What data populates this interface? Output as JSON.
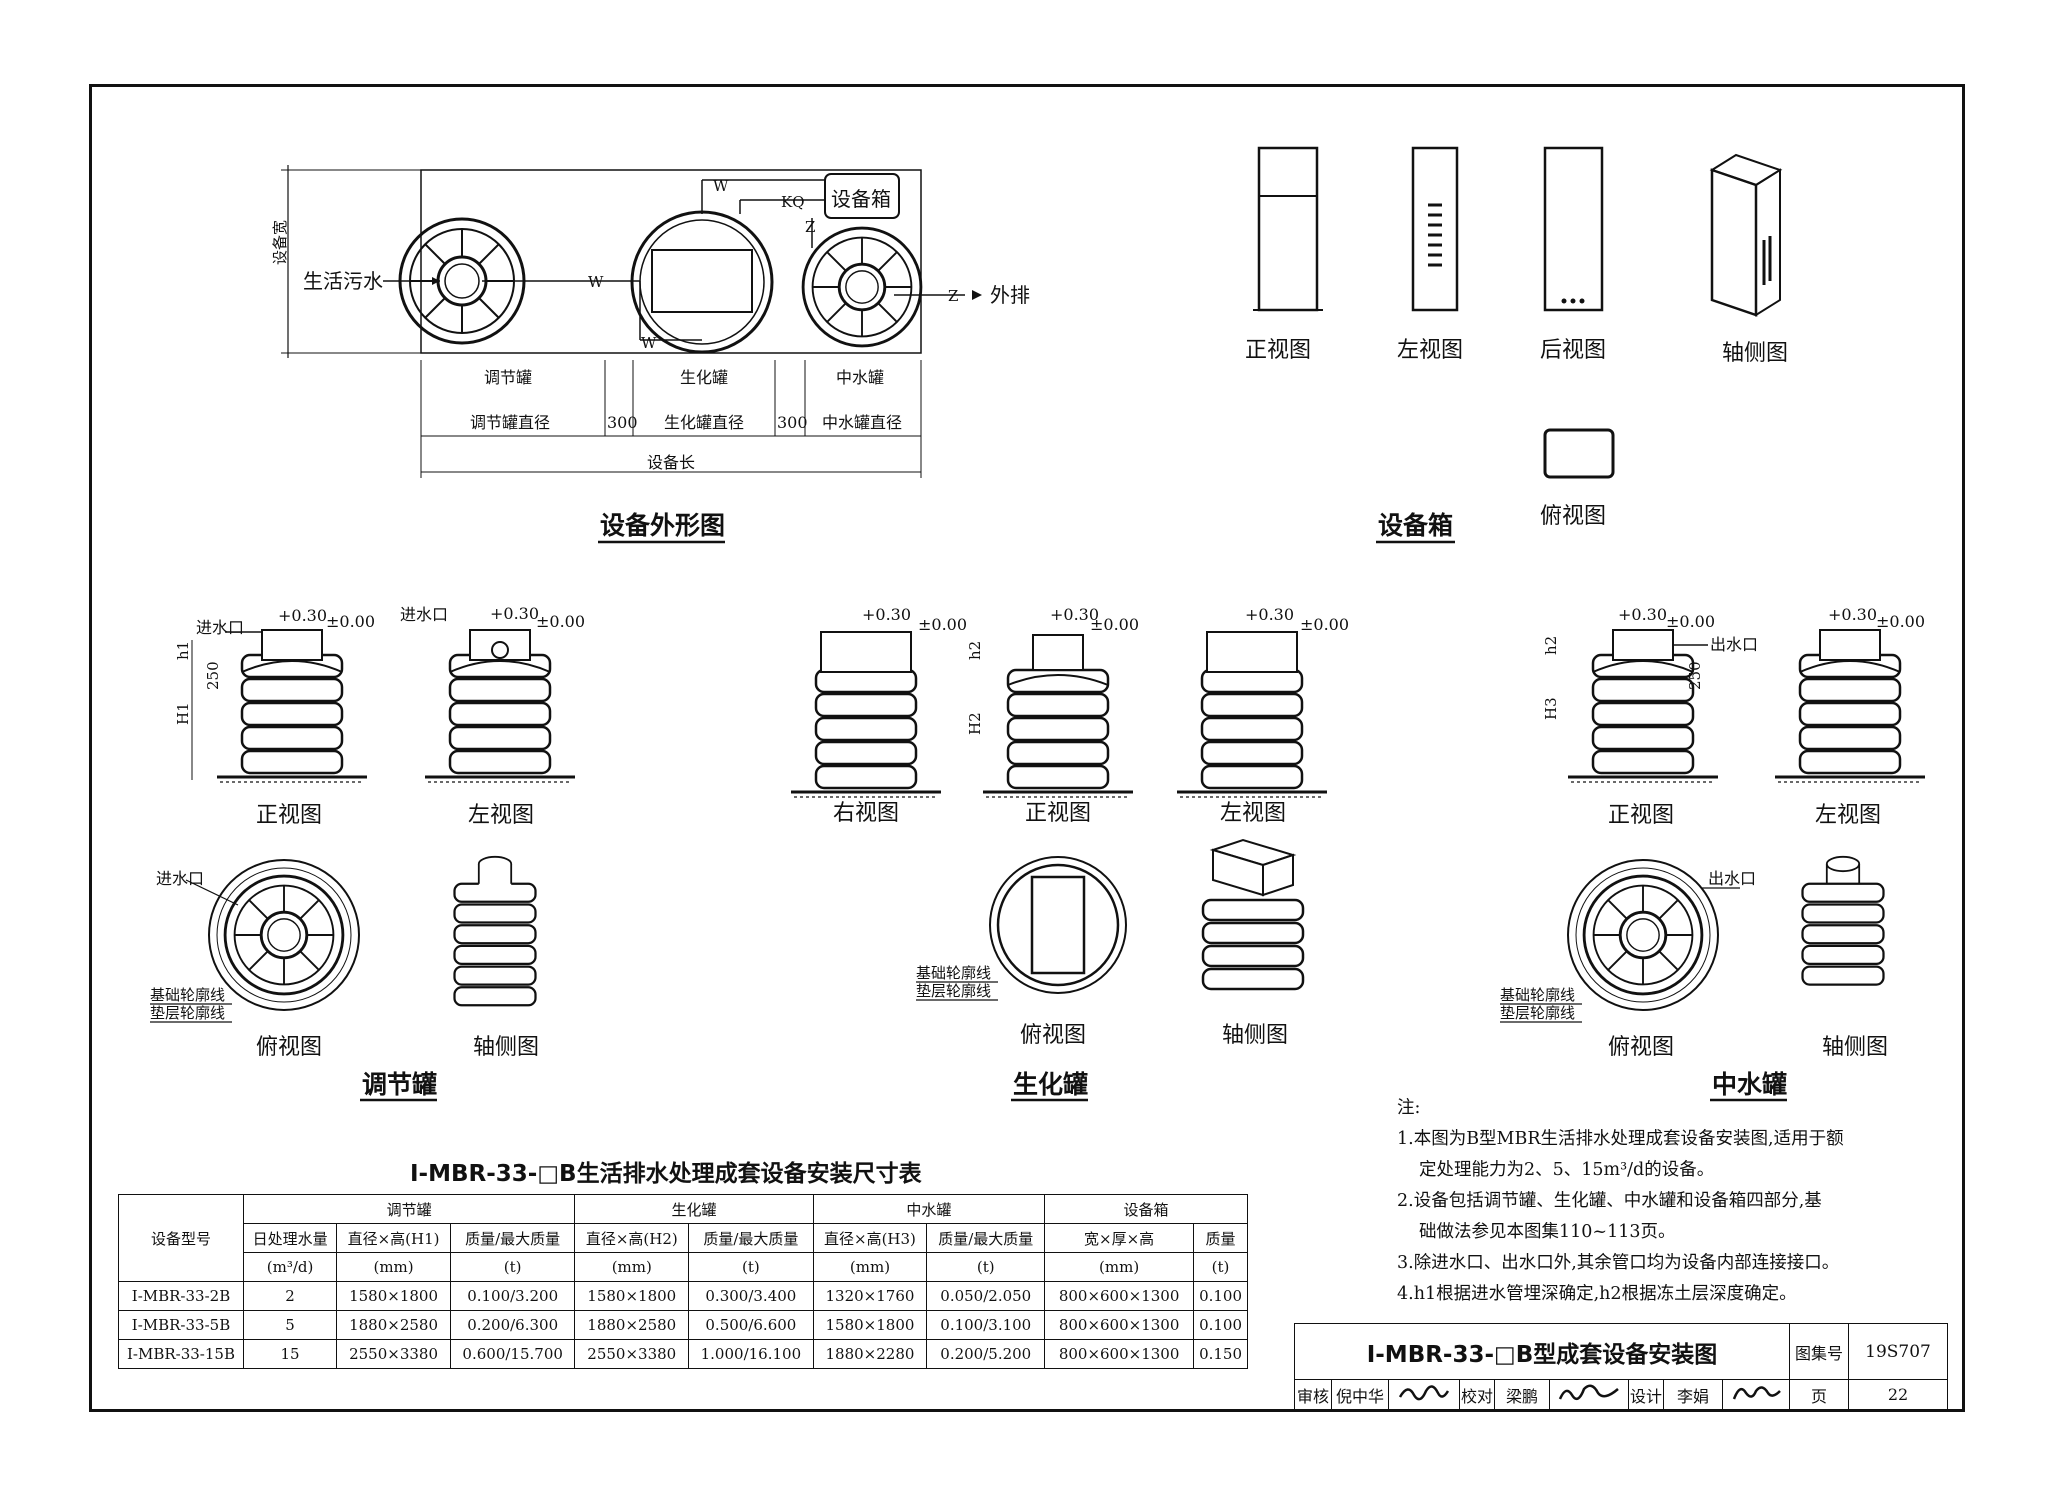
{
  "outline": {
    "title": "设备外形图",
    "width_label": "设备宽",
    "inlet": "生活污水",
    "outlet": "外排",
    "box_label": "设备箱",
    "pipes": [
      "W",
      "KQ",
      "Z",
      "W",
      "W",
      "Z"
    ],
    "tanks": [
      "调节罐",
      "生化罐",
      "中水罐"
    ],
    "diameters": [
      "调节罐直径",
      "300",
      "生化罐直径",
      "300",
      "中水罐直径"
    ],
    "length_label": "设备长"
  },
  "box": {
    "title": "设备箱",
    "views": [
      "正视图",
      "左视图",
      "后视图",
      "轴侧图",
      "俯视图"
    ]
  },
  "tanks": {
    "adjust": {
      "title": "调节罐",
      "inlet": "进水口",
      "elev1": "+0.30",
      "elev2": "±0.00",
      "h": "h1",
      "d250": "250",
      "H": "H1",
      "views": [
        "正视图",
        "左视图",
        "俯视图",
        "轴侧图"
      ],
      "found1": "基础轮廓线",
      "found2": "垫层轮廓线"
    },
    "bio": {
      "title": "生化罐",
      "elev1": "+0.30",
      "elev2": "±0.00",
      "h": "h2",
      "H": "H2",
      "views": [
        "右视图",
        "正视图",
        "左视图",
        "俯视图",
        "轴侧图"
      ],
      "found1": "基础轮廓线",
      "found2": "垫层轮廓线"
    },
    "reuse": {
      "title": "中水罐",
      "outlet": "出水口",
      "elev1": "+0.30",
      "elev2": "±0.00",
      "h": "h2",
      "d250": "250",
      "H": "H3",
      "views": [
        "正视图",
        "左视图",
        "俯视图",
        "轴侧图"
      ],
      "found1": "基础轮廓线",
      "found2": "垫层轮廓线"
    }
  },
  "table": {
    "title": "Ⅰ-MBR-33-□B生活排水处理成套设备安装尺寸表",
    "h_model": "设备型号",
    "groups": [
      "调节罐",
      "生化罐",
      "中水罐",
      "设备箱"
    ],
    "sub": [
      "日处理水量",
      "直径×高(H1)",
      "质量/最大质量",
      "直径×高(H2)",
      "质量/最大质量",
      "直径×高(H3)",
      "质量/最大质量",
      "宽×厚×高",
      "质量"
    ],
    "units": [
      "(m³/d)",
      "(mm)",
      "(t)",
      "(mm)",
      "(t)",
      "(mm)",
      "(t)",
      "(mm)",
      "(t)"
    ],
    "rows": [
      [
        "Ⅰ-MBR-33-2B",
        "2",
        "1580×1800",
        "0.100/3.200",
        "1580×1800",
        "0.300/3.400",
        "1320×1760",
        "0.050/2.050",
        "800×600×1300",
        "0.100"
      ],
      [
        "Ⅰ-MBR-33-5B",
        "5",
        "1880×2580",
        "0.200/6.300",
        "1880×2580",
        "0.500/6.600",
        "1580×1800",
        "0.100/3.100",
        "800×600×1300",
        "0.100"
      ],
      [
        "Ⅰ-MBR-33-15B",
        "15",
        "2550×3380",
        "0.600/15.700",
        "2550×3380",
        "1.000/16.100",
        "1880×2280",
        "0.200/5.200",
        "800×600×1300",
        "0.150"
      ]
    ]
  },
  "notes": {
    "head": "注:",
    "items": [
      "1.本图为B型MBR生活排水处理成套设备安装图,适用于额",
      "定处理能力为2、5、15m³/d的设备。",
      "2.设备包括调节罐、生化罐、中水罐和设备箱四部分,基",
      "础做法参见本图集110~113页。",
      "3.除进水口、出水口外,其余管口均为设备内部连接接口。",
      "4.h1根据进水管埋深确定,h2根据冻土层深度确定。"
    ]
  },
  "titleblock": {
    "drawing_title": "Ⅰ-MBR-33-□B型成套设备安装图",
    "atlas_label": "图集号",
    "atlas_no": "19S707",
    "review": "审核",
    "reviewer": "倪中华",
    "check": "校对",
    "checker": "梁鹏",
    "design": "设计",
    "designer": "李娟",
    "page_label": "页",
    "page_no": "22"
  }
}
